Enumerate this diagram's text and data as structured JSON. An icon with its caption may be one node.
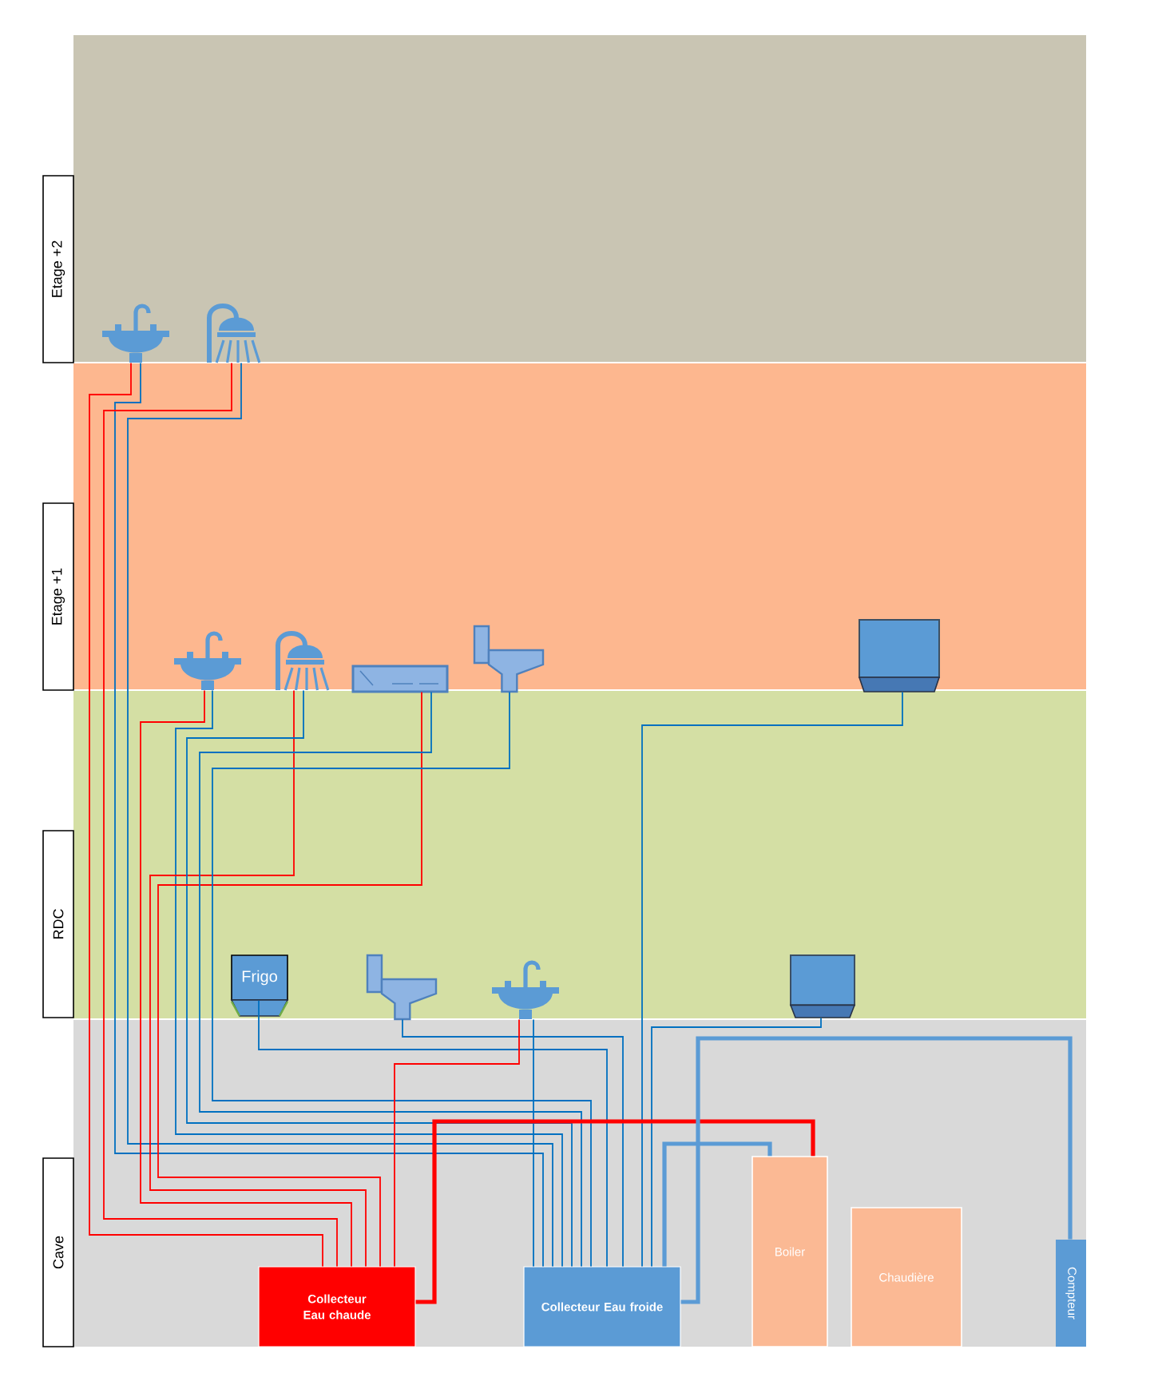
{
  "diagram": {
    "nodes": [
      {
        "text": [
          "Etage +2"
        ]
      },
      {
        "text": [
          "Etage +1"
        ]
      },
      {
        "text": [
          "RDC"
        ]
      },
      {
        "text": [
          "Cave"
        ]
      },
      {
        "text": [],
        "shape": "sink"
      },
      {
        "text": [],
        "shape": "shower"
      },
      {
        "text": [],
        "shape": "sink"
      },
      {
        "text": [],
        "shape": "shower"
      },
      {
        "text": [],
        "shape": "bathtub"
      },
      {
        "text": [],
        "shape": "toilet"
      },
      {
        "text": [],
        "shape": "box"
      },
      {
        "text": [
          "Frigo"
        ]
      },
      {
        "text": [],
        "shape": "toilet"
      },
      {
        "text": [],
        "shape": "sink"
      },
      {
        "text": [],
        "shape": "box"
      },
      {
        "text": [
          "Collecteur Eau chaude"
        ]
      },
      {
        "text": [
          "Collecteur Eau froide"
        ]
      },
      {
        "text": [
          "Boiler"
        ]
      },
      {
        "text": [
          "Chaudière"
        ]
      },
      {
        "text": [
          "Compteur"
        ]
      }
    ],
    "edges": [
      {
        "from": 15,
        "to": 4,
        "arrow": "none",
        "color": "#ff0000"
      },
      {
        "from": 16,
        "to": 4,
        "arrow": "none"
      },
      {
        "from": 15,
        "to": 5,
        "arrow": "none",
        "color": "#ff0000"
      },
      {
        "from": 16,
        "to": 5,
        "arrow": "none"
      },
      {
        "from": 15,
        "to": 6,
        "arrow": "none",
        "color": "#ff0000"
      },
      {
        "from": 16,
        "to": 6,
        "arrow": "none"
      },
      {
        "from": 15,
        "to": 7,
        "arrow": "none",
        "color": "#ff0000"
      },
      {
        "from": 16,
        "to": 7,
        "arrow": "none"
      },
      {
        "from": 15,
        "to": 8,
        "arrow": "none",
        "color": "#ff0000"
      },
      {
        "from": 16,
        "to": 8,
        "arrow": "none"
      },
      {
        "from": 16,
        "to": 9,
        "arrow": "none"
      },
      {
        "from": 16,
        "to": 10,
        "arrow": "none"
      },
      {
        "from": 16,
        "to": 11,
        "arrow": "none"
      },
      {
        "from": 16,
        "to": 12,
        "arrow": "none"
      },
      {
        "from": 15,
        "to": 13,
        "arrow": "none",
        "color": "#ff0000"
      },
      {
        "from": 16,
        "to": 13,
        "arrow": "none"
      },
      {
        "from": 16,
        "to": 14,
        "arrow": "none"
      },
      {
        "from": 17,
        "to": 15,
        "arrow": "none",
        "style": "thick",
        "color": "#ff0000"
      },
      {
        "from": 16,
        "to": 17,
        "arrow": "none",
        "style": "thick",
        "color": "#5b9bd5"
      },
      {
        "from": 19,
        "to": 16,
        "arrow": "none",
        "style": "thick",
        "color": "#5b9bd5"
      }
    ]
  }
}
